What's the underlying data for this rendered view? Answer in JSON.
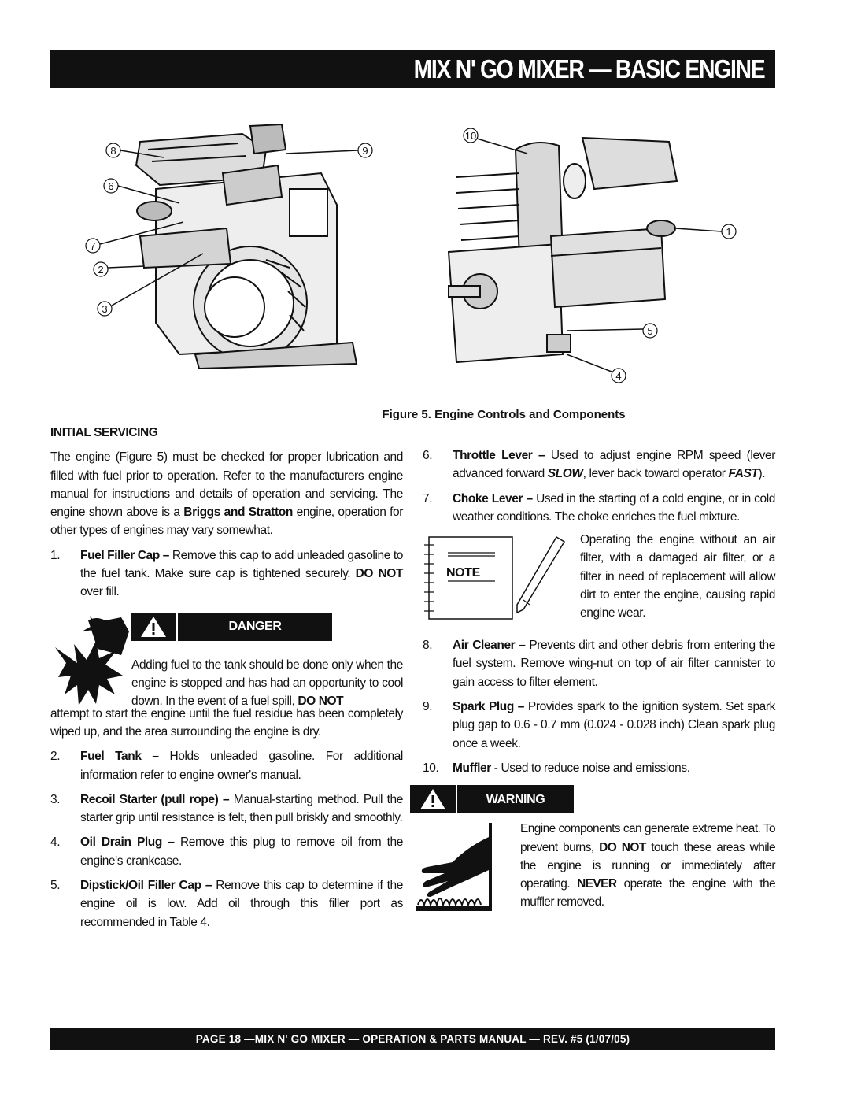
{
  "header": {
    "title": "MIX N' GO MIXER — BASIC ENGINE"
  },
  "figure": {
    "caption_label": "Figure 5.",
    "caption_text": "Engine Controls and Components",
    "callouts_left": [
      "8",
      "6",
      "7",
      "2",
      "3",
      "9"
    ],
    "callouts_right": [
      "10",
      "1",
      "5",
      "4"
    ]
  },
  "section": {
    "heading": "INITIAL SERVICING",
    "intro_1": "The engine (Figure 5) must be checked for proper lubrication and filled with fuel prior to operation.  Refer to the manufacturers engine manual for  instructions and details of operation and servicing. The engine shown above is  a ",
    "intro_brand": "Briggs and Stratton",
    "intro_2": " engine, operation for other types of engines may vary somewhat."
  },
  "items": [
    {
      "num": "1.",
      "label": "Fuel Filler Cap –",
      "text": " Remove this cap to add unleaded gasoline to the fuel tank. Make sure cap is tightened securely. ",
      "strong": "DO NOT",
      "tail": " over fill."
    },
    {
      "num": "2.",
      "label": "Fuel Tank –",
      "text": " Holds unleaded gasoline. For additional information refer to engine owner's manual."
    },
    {
      "num": "3.",
      "label": "Recoil Starter (pull rope) –",
      "text": " Manual-starting method. Pull the starter grip until resistance is felt, then pull briskly and smoothly."
    },
    {
      "num": "4.",
      "label": "Oil Drain Plug –",
      "text": " Remove this plug to remove oil from the engine's crankcase."
    },
    {
      "num": "5.",
      "label": "Dipstick/Oil Filler Cap –",
      "text": " Remove this cap to determine if the engine oil is low. Add oil through this filler port as recommended in Table 4."
    },
    {
      "num": "6.",
      "label": "Throttle Lever –",
      "text": " Used to adjust engine RPM speed (lever advanced forward ",
      "em1": "SLOW",
      "mid": ", lever back toward operator ",
      "em2": "FAST",
      "tail": ")."
    },
    {
      "num": "7.",
      "label": "Choke Lever –",
      "text": " Used in the starting of a cold engine, or in cold weather conditions. The choke enriches the fuel mixture."
    },
    {
      "num": "8.",
      "label": "Air Cleaner –",
      "text": " Prevents dirt and other debris from entering the fuel system. Remove wing-nut on top of air filter cannister to gain access to filter element."
    },
    {
      "num": "9.",
      "label": "Spark Plug –",
      "text": " Provides spark to the ignition system. Set spark plug gap to 0.6 - 0.7 mm (0.024 - 0.028 inch) Clean spark plug once a week."
    },
    {
      "num": "10.",
      "label": "Muffler",
      "text": " - Used to reduce noise and emissions."
    }
  ],
  "danger": {
    "label": "DANGER",
    "text_1": "Adding fuel to the tank should be done only when the engine is stopped and has had an opportunity to cool down.  In the event of a fuel spill, ",
    "strong": "DO NOT",
    "text_2": " attempt to start the engine until the fuel residue has been completely wiped up, and the area surrounding the engine is dry."
  },
  "note": {
    "label": "NOTE",
    "text": "Operating the engine without an air filter, with a damaged air filter, or a filter in need of replacement will allow dirt to enter the engine, causing rapid engine wear."
  },
  "warning": {
    "label": "WARNING",
    "text_1": "Engine components can generate extreme heat.  To prevent burns, ",
    "strong_1": "DO NOT",
    "text_2": " touch these areas while the engine is running or immediately after operating. ",
    "strong_2": "NEVER",
    "text_3": " operate the engine with the muffler removed."
  },
  "footer": {
    "text": "PAGE 18 —MIX N' GO MIXER —  OPERATION & PARTS MANUAL — REV. #5 (1/07/05)"
  }
}
